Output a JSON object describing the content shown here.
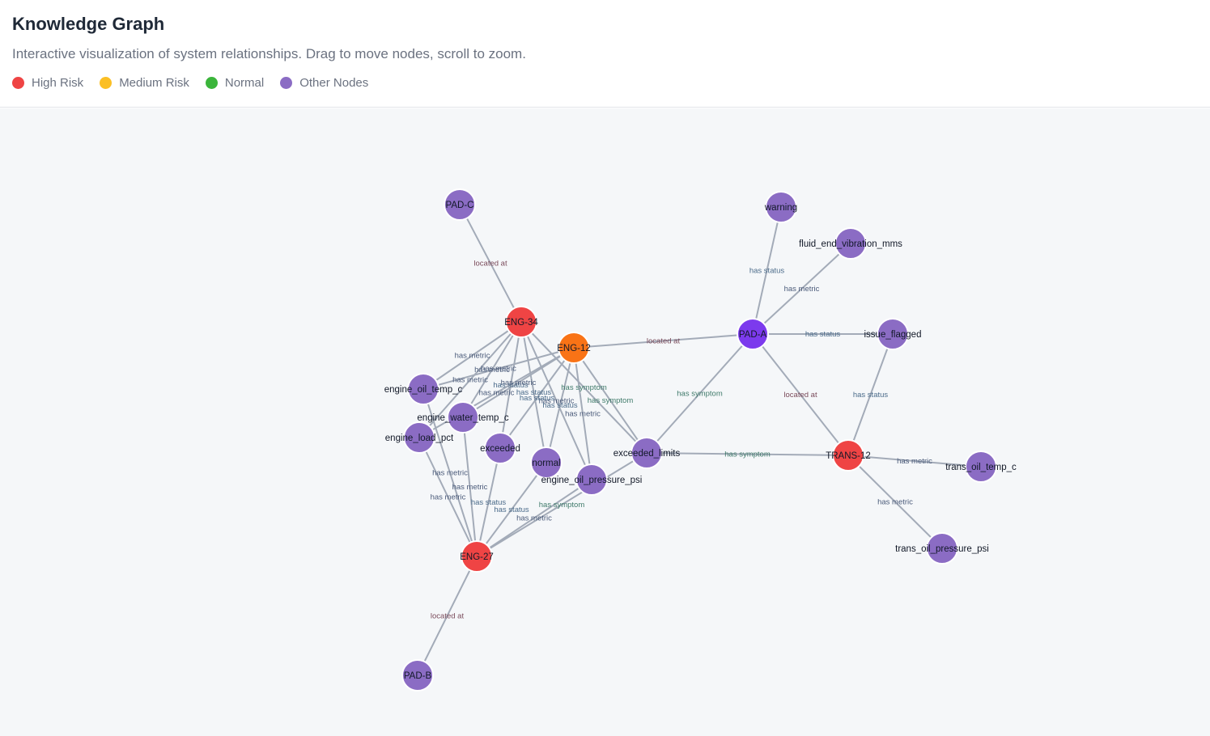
{
  "header": {
    "title": "Knowledge Graph",
    "subtitle": "Interactive visualization of system relationships. Drag to move nodes, scroll to zoom."
  },
  "legend": [
    {
      "label": "High Risk",
      "color": "#ef4444",
      "icon": "red-dot-icon"
    },
    {
      "label": "Medium Risk",
      "color": "#fbbf24",
      "icon": "yellow-dot-icon"
    },
    {
      "label": "Normal",
      "color": "#3bb53b",
      "icon": "green-dot-icon"
    },
    {
      "label": "Other Nodes",
      "color": "#8b6cc4",
      "icon": "purple-dot-icon"
    }
  ],
  "colors": {
    "high": "#ef4444",
    "medium": "#f97316",
    "hub": "#7c3aed",
    "other": "#8b6cc4",
    "edge": "#a3abb8",
    "edge_label_metric": "#4b5b7a",
    "edge_label_status": "#4b6b8a",
    "edge_label_symptom": "#3f7a6a",
    "edge_label_location": "#7a4b5b"
  },
  "graph": {
    "nodes": [
      {
        "id": "PAD-C",
        "type": "other"
      },
      {
        "id": "warning",
        "type": "other"
      },
      {
        "id": "fluid_end_vibration_mms",
        "type": "other"
      },
      {
        "id": "ENG-34",
        "type": "high"
      },
      {
        "id": "ENG-12",
        "type": "medium"
      },
      {
        "id": "PAD-A",
        "type": "hub"
      },
      {
        "id": "issue_flagged",
        "type": "other"
      },
      {
        "id": "engine_oil_temp_c",
        "type": "other"
      },
      {
        "id": "engine_water_temp_c",
        "type": "other"
      },
      {
        "id": "engine_load_pct",
        "type": "other"
      },
      {
        "id": "exceeded",
        "type": "other"
      },
      {
        "id": "normal",
        "type": "other"
      },
      {
        "id": "exceeded_limits",
        "type": "other"
      },
      {
        "id": "engine_oil_pressure_psi",
        "type": "other"
      },
      {
        "id": "TRANS-12",
        "type": "high"
      },
      {
        "id": "trans_oil_temp_c",
        "type": "other"
      },
      {
        "id": "trans_oil_pressure_psi",
        "type": "other"
      },
      {
        "id": "ENG-27",
        "type": "high"
      },
      {
        "id": "PAD-B",
        "type": "other"
      }
    ],
    "edges": [
      {
        "source": "ENG-34",
        "target": "PAD-C",
        "label": "located at"
      },
      {
        "source": "ENG-34",
        "target": "engine_oil_temp_c",
        "label": "has metric"
      },
      {
        "source": "ENG-34",
        "target": "engine_water_temp_c",
        "label": "has metric"
      },
      {
        "source": "ENG-34",
        "target": "engine_load_pct",
        "label": "has metric"
      },
      {
        "source": "ENG-34",
        "target": "engine_oil_pressure_psi",
        "label": "has metric"
      },
      {
        "source": "ENG-34",
        "target": "exceeded",
        "label": "has status"
      },
      {
        "source": "ENG-34",
        "target": "normal",
        "label": "has status"
      },
      {
        "source": "ENG-34",
        "target": "exceeded_limits",
        "label": "has symptom"
      },
      {
        "source": "ENG-12",
        "target": "PAD-A",
        "label": "located at"
      },
      {
        "source": "ENG-12",
        "target": "engine_oil_temp_c",
        "label": "has metric"
      },
      {
        "source": "ENG-12",
        "target": "engine_water_temp_c",
        "label": "has metric"
      },
      {
        "source": "ENG-12",
        "target": "engine_load_pct",
        "label": "has metric"
      },
      {
        "source": "ENG-12",
        "target": "engine_oil_pressure_psi",
        "label": "has metric"
      },
      {
        "source": "ENG-12",
        "target": "exceeded",
        "label": "has status"
      },
      {
        "source": "ENG-12",
        "target": "normal",
        "label": "has status"
      },
      {
        "source": "ENG-12",
        "target": "exceeded_limits",
        "label": "has symptom"
      },
      {
        "source": "ENG-27",
        "target": "PAD-B",
        "label": "located at"
      },
      {
        "source": "ENG-27",
        "target": "engine_oil_temp_c",
        "label": "has metric"
      },
      {
        "source": "ENG-27",
        "target": "engine_water_temp_c",
        "label": "has metric"
      },
      {
        "source": "ENG-27",
        "target": "engine_load_pct",
        "label": "has metric"
      },
      {
        "source": "ENG-27",
        "target": "engine_oil_pressure_psi",
        "label": "has metric"
      },
      {
        "source": "ENG-27",
        "target": "exceeded",
        "label": "has status"
      },
      {
        "source": "ENG-27",
        "target": "normal",
        "label": "has status"
      },
      {
        "source": "ENG-27",
        "target": "exceeded_limits",
        "label": "has symptom"
      },
      {
        "source": "PAD-A",
        "target": "warning",
        "label": "has status"
      },
      {
        "source": "PAD-A",
        "target": "fluid_end_vibration_mms",
        "label": "has metric"
      },
      {
        "source": "PAD-A",
        "target": "issue_flagged",
        "label": "has status"
      },
      {
        "source": "PAD-A",
        "target": "exceeded_limits",
        "label": "has symptom"
      },
      {
        "source": "TRANS-12",
        "target": "PAD-A",
        "label": "located at"
      },
      {
        "source": "TRANS-12",
        "target": "issue_flagged",
        "label": "has status"
      },
      {
        "source": "TRANS-12",
        "target": "exceeded_limits",
        "label": "has symptom"
      },
      {
        "source": "TRANS-12",
        "target": "trans_oil_temp_c",
        "label": "has metric"
      },
      {
        "source": "TRANS-12",
        "target": "trans_oil_pressure_psi",
        "label": "has metric"
      }
    ]
  }
}
